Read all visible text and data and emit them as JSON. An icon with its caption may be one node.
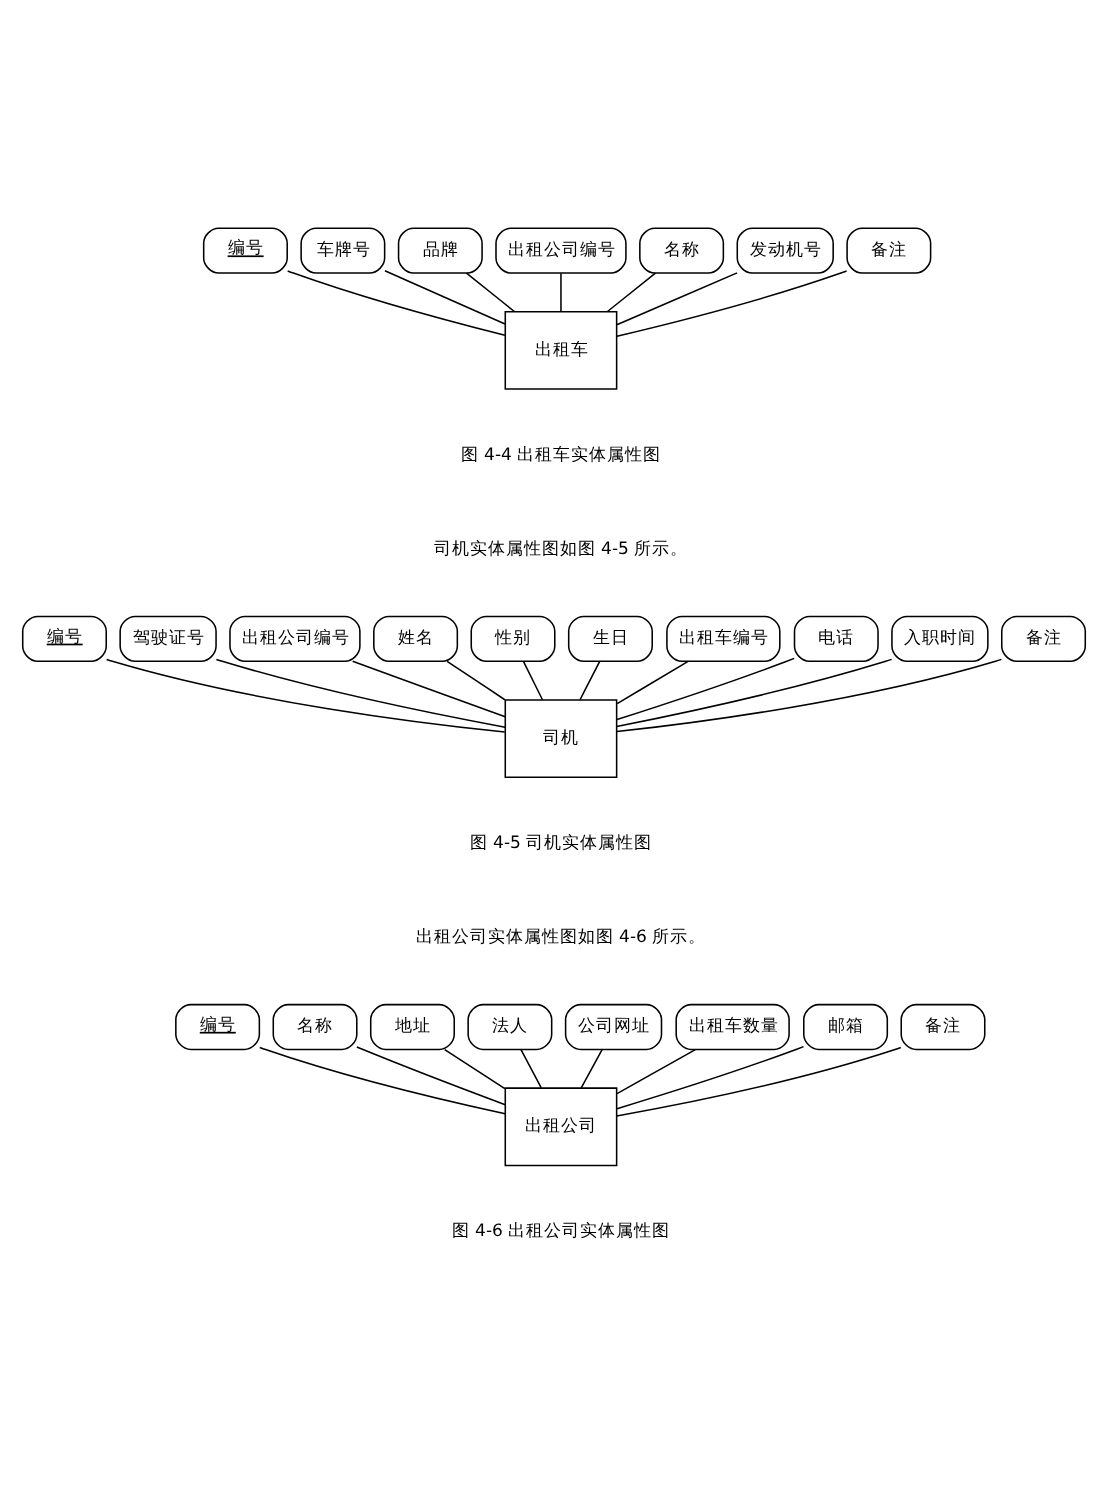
{
  "diagram": {
    "nodes": [
      {
        "text": [
          "出租车"
        ]
      },
      {
        "text": [
          "编号"
        ]
      },
      {
        "text": [
          "车牌号"
        ]
      },
      {
        "text": [
          "品牌"
        ]
      },
      {
        "text": [
          "出租公司编号"
        ]
      },
      {
        "text": [
          "名称"
        ]
      },
      {
        "text": [
          "发动机号"
        ]
      },
      {
        "text": [
          "备注"
        ]
      },
      {
        "text": [
          "司机"
        ]
      },
      {
        "text": [
          "编号"
        ]
      },
      {
        "text": [
          "驾驶证号"
        ]
      },
      {
        "text": [
          "出租公司编号"
        ]
      },
      {
        "text": [
          "姓名"
        ]
      },
      {
        "text": [
          "性别"
        ]
      },
      {
        "text": [
          "生日"
        ]
      },
      {
        "text": [
          "出租车编号"
        ]
      },
      {
        "text": [
          "电话"
        ]
      },
      {
        "text": [
          "入职时间"
        ]
      },
      {
        "text": [
          "备注"
        ]
      },
      {
        "text": [
          "出租公司"
        ]
      },
      {
        "text": [
          "编号"
        ]
      },
      {
        "text": [
          "名称"
        ]
      },
      {
        "text": [
          "地址"
        ]
      },
      {
        "text": [
          "法人"
        ]
      },
      {
        "text": [
          "公司网址"
        ]
      },
      {
        "text": [
          "出租车数量"
        ]
      },
      {
        "text": [
          "邮箱"
        ]
      },
      {
        "text": [
          "备注"
        ]
      }
    ],
    "edges": [
      {
        "from": 0,
        "to": 1,
        "arrow": "none"
      },
      {
        "from": 0,
        "to": 2,
        "arrow": "none"
      },
      {
        "from": 0,
        "to": 3,
        "arrow": "none"
      },
      {
        "from": 0,
        "to": 4,
        "arrow": "none"
      },
      {
        "from": 0,
        "to": 5,
        "arrow": "none"
      },
      {
        "from": 0,
        "to": 6,
        "arrow": "none"
      },
      {
        "from": 0,
        "to": 7,
        "arrow": "none"
      },
      {
        "from": 8,
        "to": 9,
        "arrow": "none"
      },
      {
        "from": 8,
        "to": 10,
        "arrow": "none"
      },
      {
        "from": 8,
        "to": 11,
        "arrow": "none"
      },
      {
        "from": 8,
        "to": 12,
        "arrow": "none"
      },
      {
        "from": 8,
        "to": 13,
        "arrow": "none"
      },
      {
        "from": 8,
        "to": 14,
        "arrow": "none"
      },
      {
        "from": 8,
        "to": 15,
        "arrow": "none"
      },
      {
        "from": 8,
        "to": 16,
        "arrow": "none"
      },
      {
        "from": 8,
        "to": 17,
        "arrow": "none"
      },
      {
        "from": 8,
        "to": 18,
        "arrow": "none"
      },
      {
        "from": 19,
        "to": 20,
        "arrow": "none"
      },
      {
        "from": 19,
        "to": 21,
        "arrow": "none"
      },
      {
        "from": 19,
        "to": 22,
        "arrow": "none"
      },
      {
        "from": 19,
        "to": 23,
        "arrow": "none"
      },
      {
        "from": 19,
        "to": 24,
        "arrow": "none"
      },
      {
        "from": 19,
        "to": 25,
        "arrow": "none"
      },
      {
        "from": 19,
        "to": 26,
        "arrow": "none"
      },
      {
        "from": 19,
        "to": 27,
        "arrow": "none"
      }
    ],
    "labels": [
      "图 4-4 出租车实体属性图",
      "司机实体属性图如图 4-5 所示。",
      "图 4-5 司机实体属性图",
      "出租公司实体属性图如图 4-6 所示。",
      "图 4-6 出租公司实体属性图"
    ]
  }
}
